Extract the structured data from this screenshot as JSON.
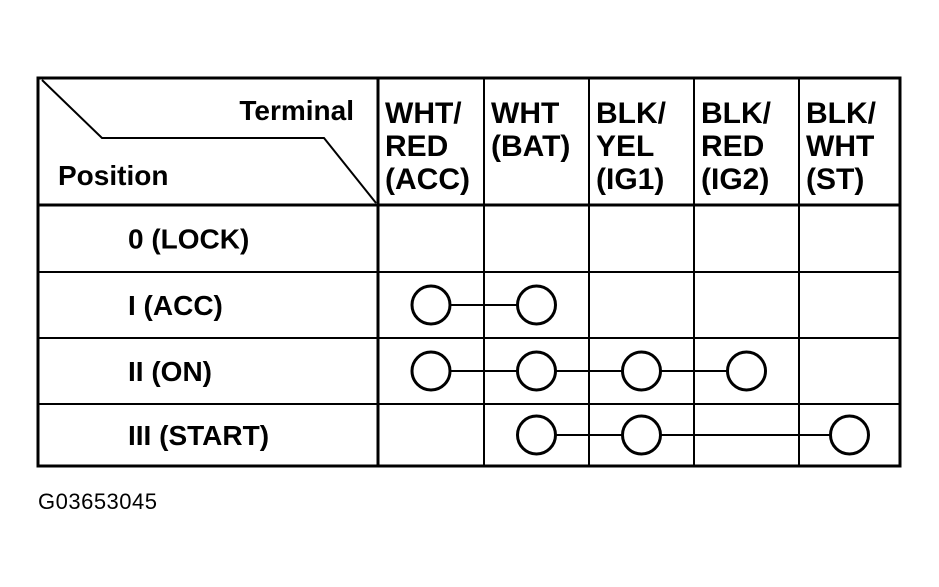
{
  "table": {
    "header_terminal": "Terminal",
    "header_position": "Position",
    "columns": [
      [
        "WHT/",
        "RED",
        "(ACC)"
      ],
      [
        "WHT",
        "(BAT)"
      ],
      [
        "BLK/",
        "YEL",
        "(IG1)"
      ],
      [
        "BLK/",
        "RED",
        "(IG2)"
      ],
      [
        "BLK/",
        "WHT",
        "(ST)"
      ]
    ],
    "rows": [
      {
        "label": "0 (LOCK)",
        "connected": []
      },
      {
        "label": "I (ACC)",
        "connected": [
          0,
          1
        ]
      },
      {
        "label": "II (ON)",
        "connected": [
          0,
          1,
          2,
          3
        ]
      },
      {
        "label": "III (START)",
        "connected": [
          1,
          2,
          4
        ]
      }
    ]
  },
  "caption": "G03653045"
}
